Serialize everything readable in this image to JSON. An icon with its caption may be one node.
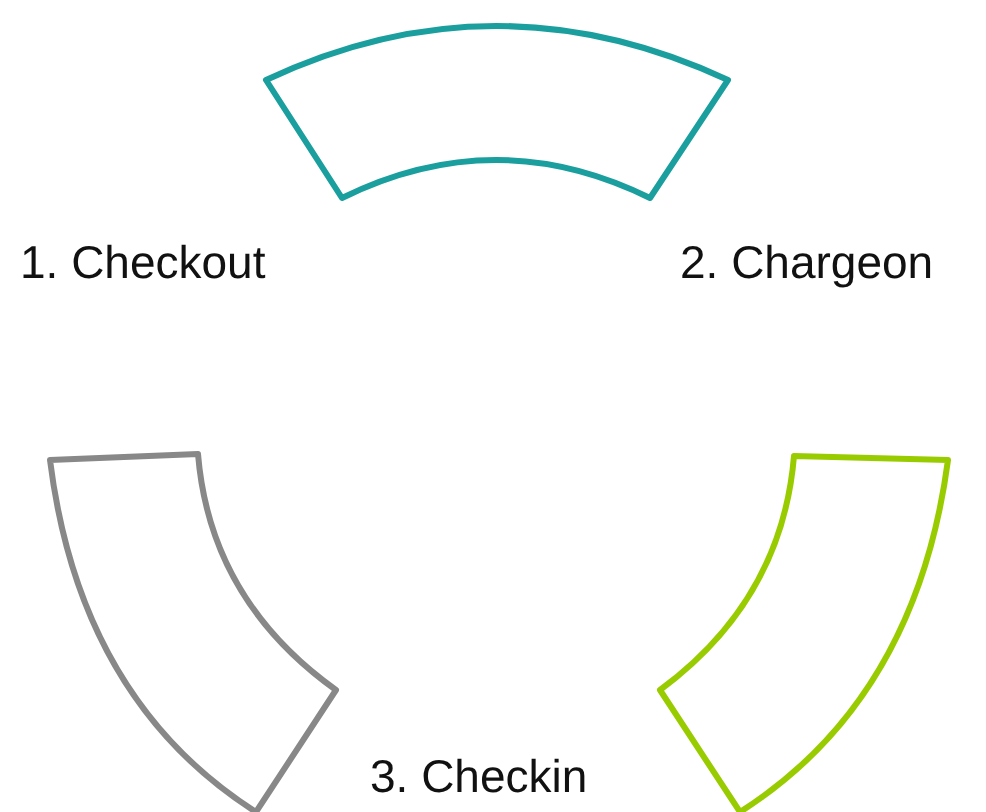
{
  "diagram": {
    "nodes": [
      {
        "text": [],
        "shape": "arc"
      },
      {
        "text": [],
        "shape": "arc"
      },
      {
        "text": [],
        "shape": "arc"
      }
    ],
    "labels": [
      "1. Checkout",
      "2. Chargeon",
      "3. Checkin"
    ]
  }
}
